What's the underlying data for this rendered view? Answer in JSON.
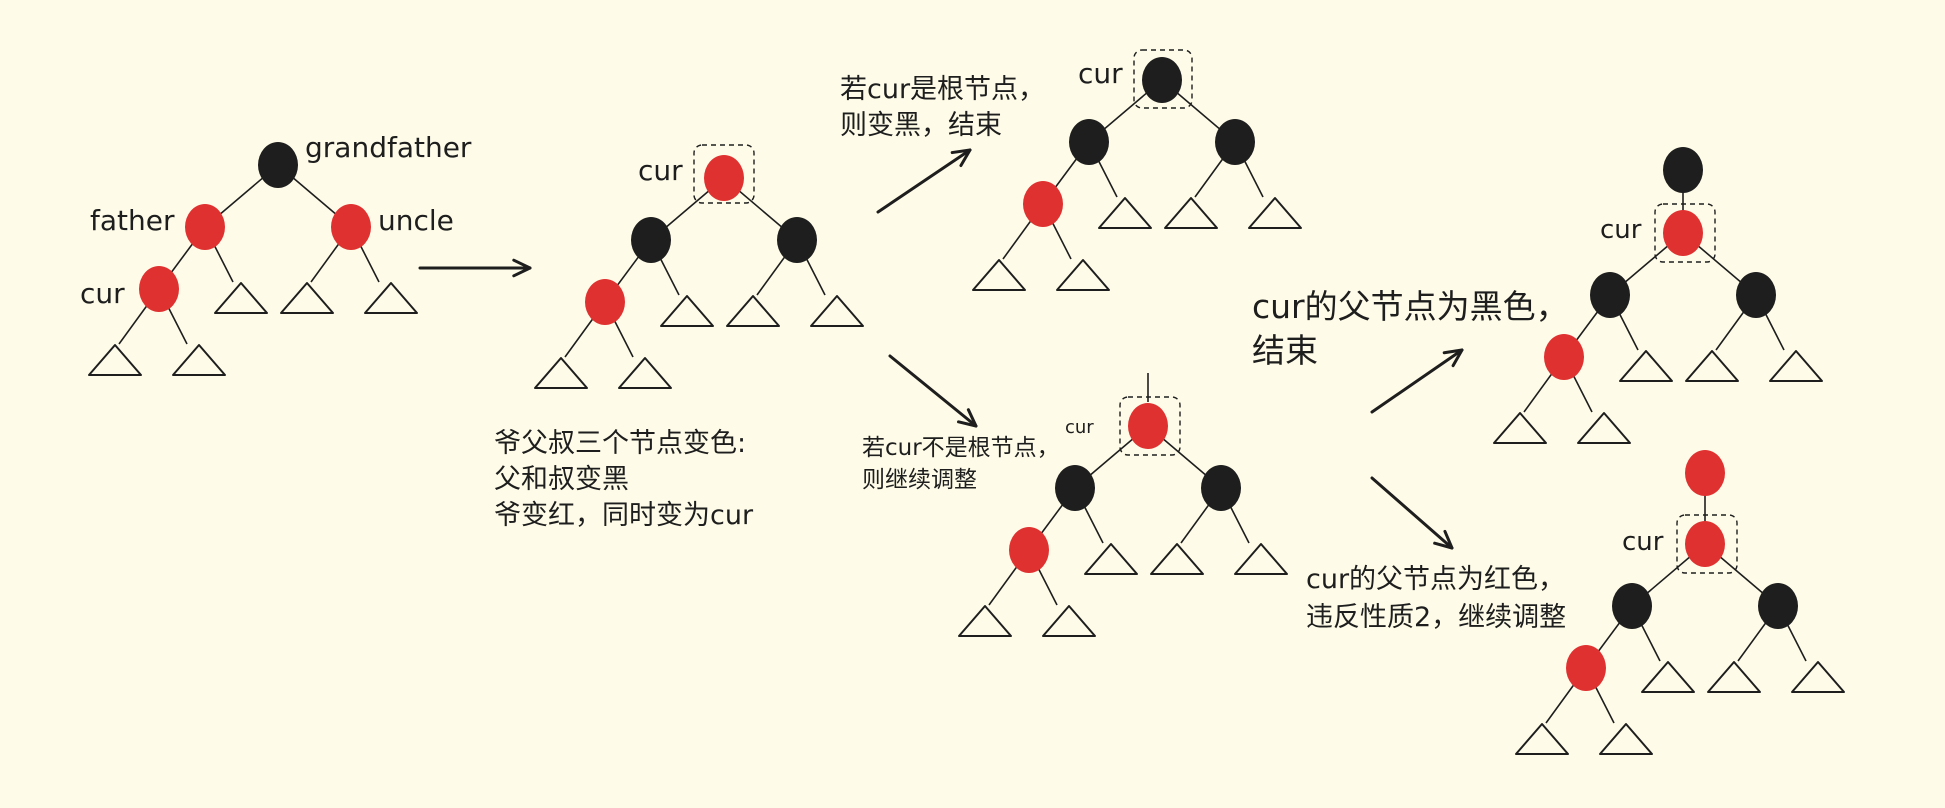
{
  "colors": {
    "red": "#e03131",
    "black": "#1e1e1e",
    "line": "#1e1e1e",
    "background": "#fefce8"
  },
  "labels": {
    "grandfather": "grandfather",
    "father": "father",
    "uncle": "uncle",
    "cur": "cur"
  },
  "notes": {
    "recolor": [
      "爷父叔三个节点变色:",
      "父和叔变黑",
      "爷变红，同时变为cur"
    ],
    "root_case": [
      "若cur是根节点，",
      "则变黑，结束"
    ],
    "nonroot_case": [
      "若cur不是根节点，",
      "则继续调整"
    ],
    "black_parent": [
      "cur的父节点为黑色，",
      "结束"
    ],
    "red_parent": [
      "cur的父节点为红色，",
      "违反性质2，继续调整"
    ]
  }
}
